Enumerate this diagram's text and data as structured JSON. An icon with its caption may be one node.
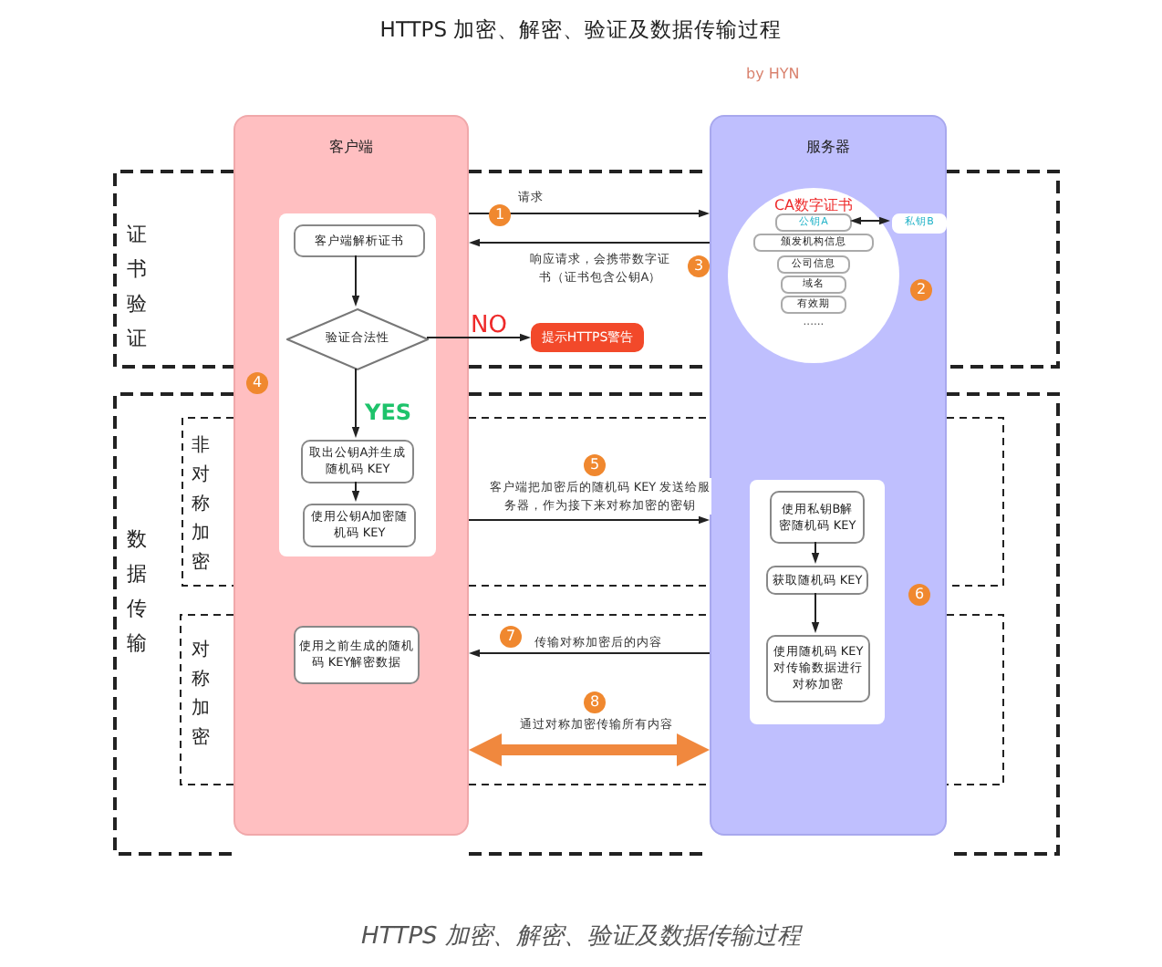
{
  "diagram": {
    "title": "HTTPS 加密、解密、验证及数据传输过程",
    "caption": "HTTPS 加密、解密、验证及数据传输过程",
    "nodes": [
      {
        "text": [
          "客户端"
        ]
      },
      {
        "text": [
          "服务器"
        ]
      },
      {
        "text": [],
        "shape": "box",
        "in": 0
      },
      {
        "text": [
          "客户端解析证书"
        ],
        "in": 2
      },
      {
        "text": [
          "验证合法性"
        ],
        "in": 2
      },
      {
        "text": [
          "提示HTTPS警告"
        ]
      },
      {
        "text": [
          "CA数字证书",
          "......"
        ],
        "in": 1
      },
      {
        "text": [
          "公钥A"
        ],
        "in": 6
      },
      {
        "text": [
          "颁发机构信息"
        ],
        "in": 6
      },
      {
        "text": [
          "公司信息"
        ],
        "in": 6
      },
      {
        "text": [
          "域名"
        ],
        "in": 6
      },
      {
        "text": [
          "有效期"
        ],
        "in": 6
      },
      {
        "text": [
          "私钥B"
        ],
        "in": 1
      },
      {
        "text": [
          "取出公钥A并生成随机码 KEY"
        ],
        "in": 2
      },
      {
        "text": [
          "使用公钥A加密随机码 KEY"
        ],
        "in": 2
      },
      {
        "text": [],
        "shape": "box",
        "in": 1
      },
      {
        "text": [
          "使用私钥B解密随机码 KEY"
        ],
        "in": 15
      },
      {
        "text": [
          "获取随机码 KEY"
        ],
        "in": 15
      },
      {
        "text": [
          "使用随机码 KEY对传输数据进行对称加密"
        ],
        "in": 15
      },
      {
        "text": [
          "使用之前生成的随机码 KEY解密数据"
        ],
        "in": 0
      }
    ],
    "edges": [
      {
        "from": 0,
        "to": 1,
        "arrow": "to",
        "label": "请求"
      },
      {
        "from": 1,
        "to": 0,
        "arrow": "to",
        "label": "响应请求，会携带数字证书（证书包含公钥A）"
      },
      {
        "from": 3,
        "to": 4,
        "arrow": "to"
      },
      {
        "from": 4,
        "to": 5,
        "arrow": "to",
        "label": "NO"
      },
      {
        "from": 4,
        "to": 13,
        "arrow": "to",
        "label": "YES"
      },
      {
        "from": 13,
        "to": 14,
        "arrow": "to"
      },
      {
        "from": 7,
        "to": 12,
        "arrow": "both"
      },
      {
        "from": 0,
        "to": 1,
        "arrow": "to",
        "label": "客户端把加密后的随机码 KEY 发送给服务器，作为接下来对称加密的密钥"
      },
      {
        "from": 16,
        "to": 17,
        "arrow": "to"
      },
      {
        "from": 17,
        "to": 18,
        "arrow": "to"
      },
      {
        "from": 1,
        "to": 0,
        "arrow": "to",
        "label": "传输对称加密后的内容"
      },
      {
        "from": 0,
        "to": 1,
        "arrow": "both",
        "label": "通过对称加密传输所有内容",
        "style": "thick",
        "color": "#f0883e"
      }
    ],
    "labels": [
      "by HYN",
      "证书验证",
      "1",
      "3",
      "2",
      "4",
      "数据传输",
      "非对称加密",
      "5",
      "6",
      "对称加密",
      "7",
      "8"
    ]
  }
}
